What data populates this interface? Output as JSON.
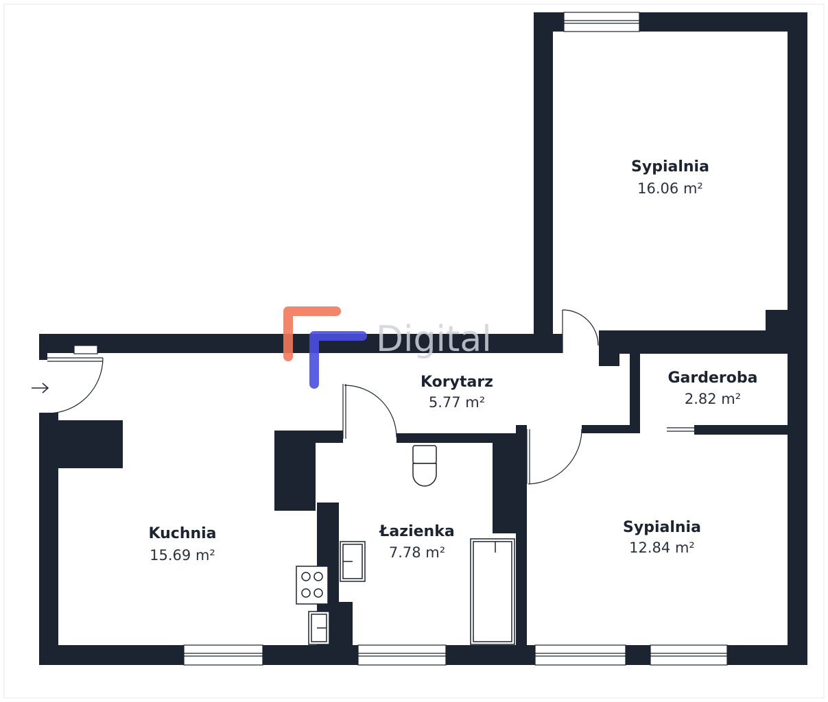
{
  "colors": {
    "wall": "#1c2331",
    "background": "#ffffff",
    "logo_orange": "#f2785a",
    "logo_blue": "#4a4fe0",
    "watermark_text": "#cfd3da"
  },
  "rooms": [
    {
      "id": "bedroom1",
      "name": "Sypialnia",
      "area": "16.06 m²"
    },
    {
      "id": "hallway",
      "name": "Korytarz",
      "area": "5.77 m²"
    },
    {
      "id": "wardrobe",
      "name": "Garderoba",
      "area": "2.82 m²"
    },
    {
      "id": "kitchen",
      "name": "Kuchnia",
      "area": "15.69 m²"
    },
    {
      "id": "bathroom",
      "name": "Łazienka",
      "area": "7.78 m²"
    },
    {
      "id": "bedroom2",
      "name": "Sypialnia",
      "area": "12.84 m²"
    }
  ],
  "watermark": {
    "text": "Digital",
    "logo": "digital-logo-icon"
  },
  "icons": {
    "entrance": "entrance-arrow-icon"
  }
}
